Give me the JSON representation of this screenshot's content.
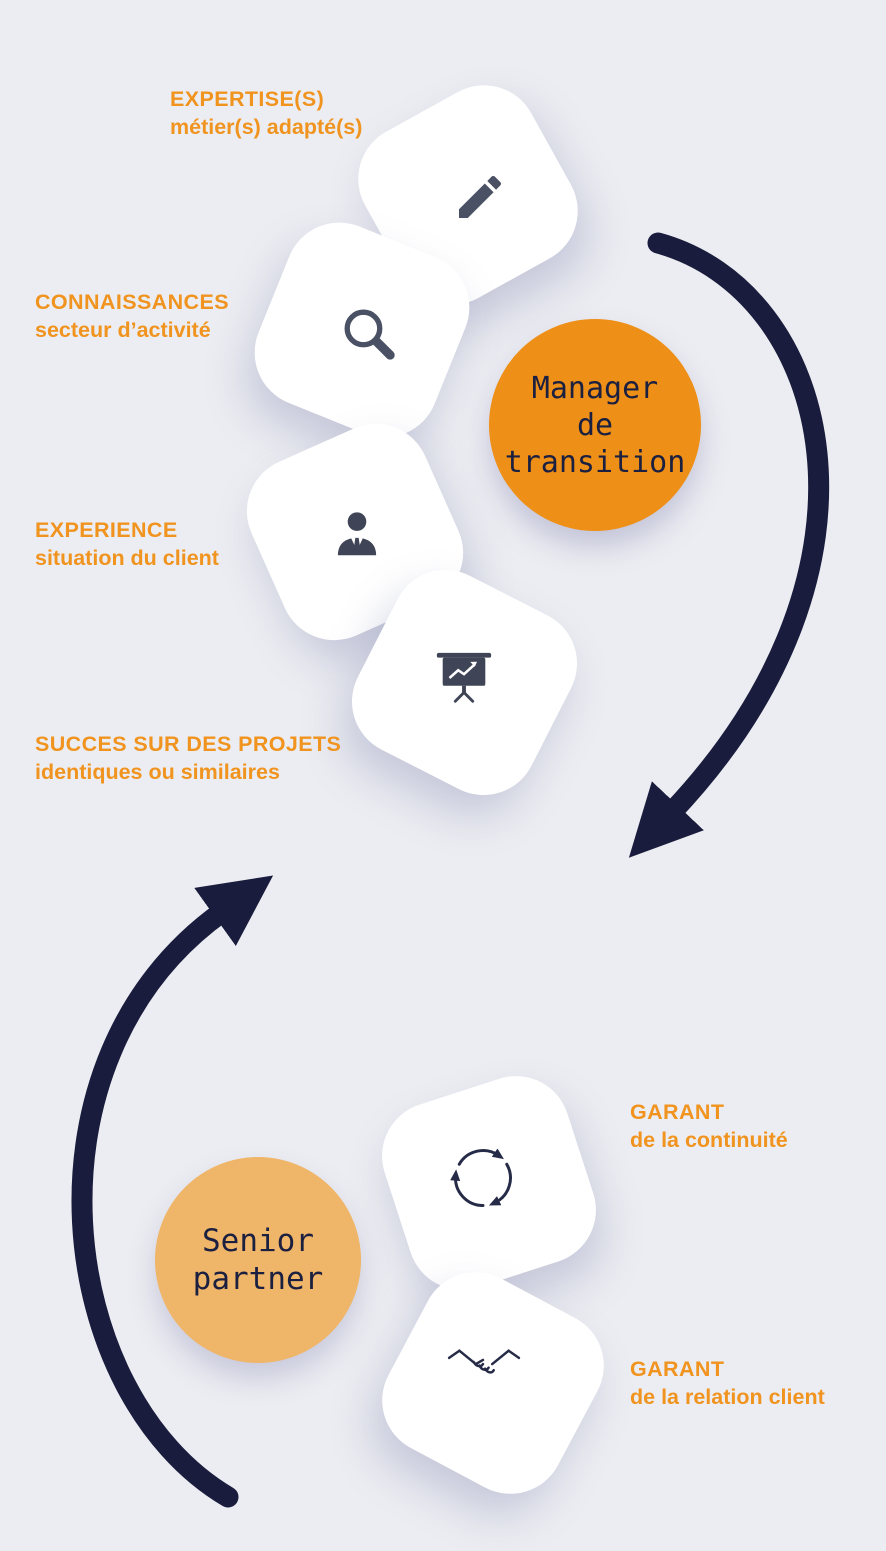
{
  "page": {
    "background": "#ecedf2"
  },
  "colors": {
    "accent_orange": "#f0941f",
    "manager_circle": "#ee8f17",
    "partner_circle": "#efb568",
    "arrow_navy": "#191c3c",
    "icon_dark": "#3f4556",
    "icon_outline": "#262b47",
    "card_white": "#ffffff"
  },
  "hubs": {
    "manager": {
      "lines": [
        "Manager",
        "de",
        "transition"
      ]
    },
    "partner": {
      "lines": [
        "Senior",
        "partner"
      ]
    }
  },
  "labels": [
    {
      "title": "EXPERTISE(S)",
      "subtitle": "métier(s) adapté(s)"
    },
    {
      "title": "CONNAISSANCES",
      "subtitle": "secteur d’activité"
    },
    {
      "title": "EXPERIENCE",
      "subtitle": "situation du client"
    },
    {
      "title": "SUCCES SUR DES PROJETS",
      "subtitle": "identiques ou similaires"
    },
    {
      "title": "GARANT",
      "subtitle": "de la continuité"
    },
    {
      "title": "GARANT",
      "subtitle": "de la relation client"
    }
  ],
  "icons": [
    "pencil-icon",
    "magnifier-icon",
    "person-icon",
    "presentation-chart-icon",
    "cycle-arrows-icon",
    "handshake-icon"
  ]
}
